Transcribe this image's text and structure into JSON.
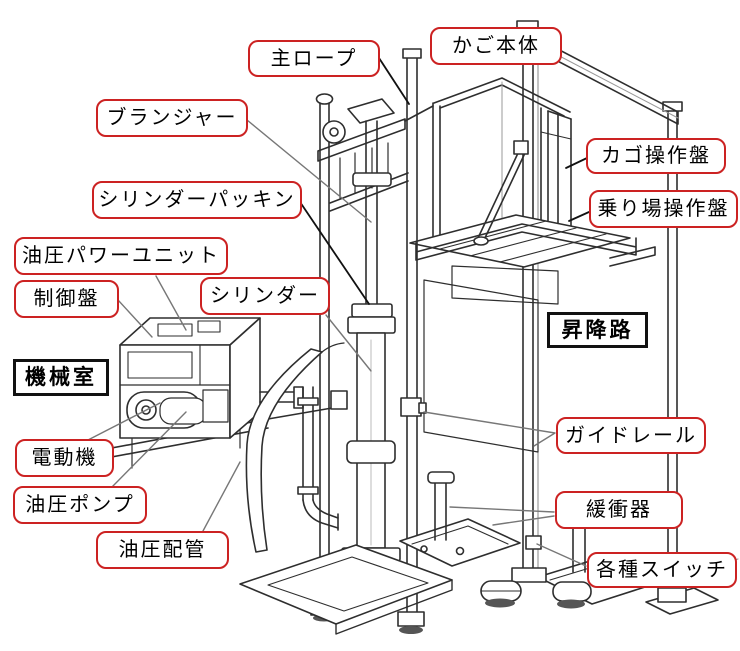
{
  "diagram": {
    "subject": "hydraulic elevator structure diagram",
    "style": "isometric line drawing with callout labels"
  },
  "colors": {
    "label-red": "#cc2222",
    "label-black": "#111111",
    "ink": "#2e2e2e",
    "bg": "#ffffff"
  },
  "labels": {
    "main_rope": "主ロープ",
    "car_body": "かご本体",
    "plunger": "ブランジャー",
    "cylinder_packing": "シリンダーパッキン",
    "hydraulic_power_unit": "油圧パワーユニット",
    "control_panel": "制御盤",
    "cylinder": "シリンダー",
    "car_operation_panel": "カゴ操作盤",
    "landing_operation_panel": "乗り場操作盤",
    "hoistway": "昇降路",
    "guide_rail": "ガイドレール",
    "machine_room": "機械室",
    "motor": "電動機",
    "hydraulic_pump": "油圧ポンプ",
    "hydraulic_piping": "油圧配管",
    "buffer": "緩衝器",
    "switches": "各種スイッチ"
  }
}
